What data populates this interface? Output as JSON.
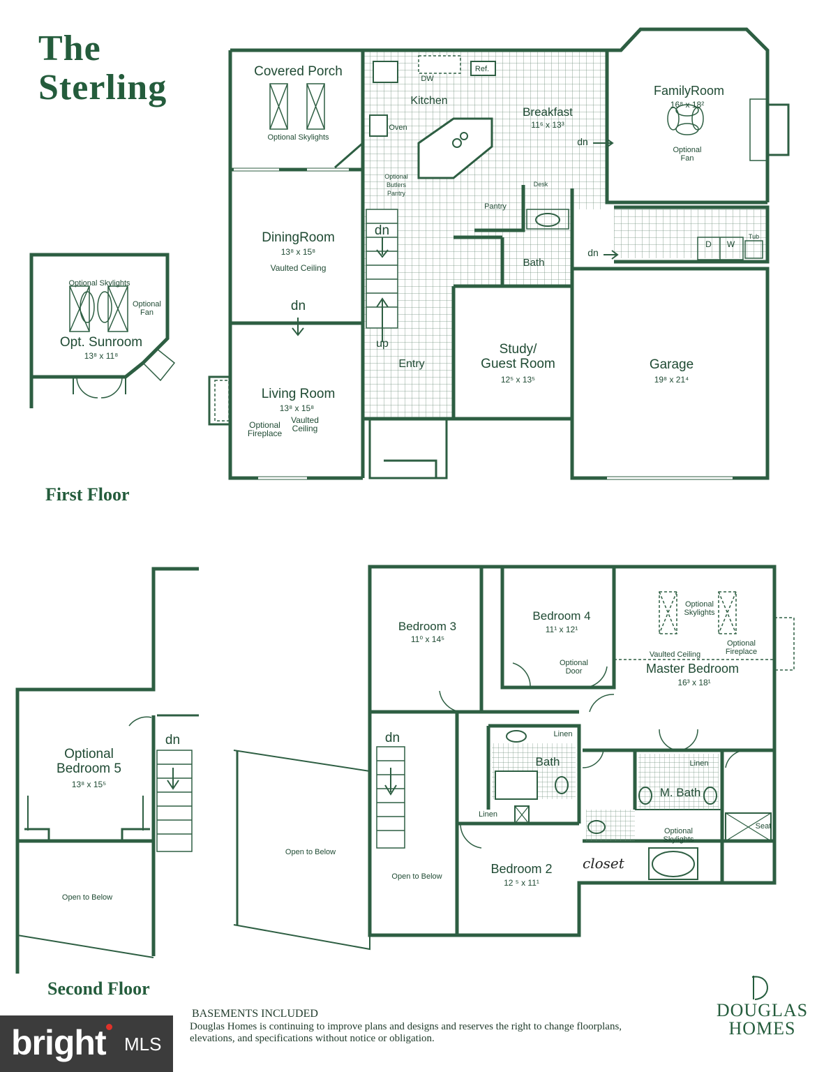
{
  "title": {
    "line1": "The",
    "line2": "Sterling"
  },
  "first_floor": {
    "label": "First Floor",
    "rooms": {
      "covered_porch": "Covered Porch",
      "optional_skylights_porch": "Optional Skylights",
      "kitchen": "Kitchen",
      "dw": "DW",
      "ref": "Ref.",
      "oven": "Oven",
      "optional_butlers_pantry": "Optional Butlers Pantry",
      "pantry": "Pantry",
      "breakfast": "Breakfast",
      "breakfast_dim": "11⁶ x 13³",
      "desk": "Desk",
      "family_room": "FamilyRoom",
      "family_room_dim": "16⁸ x 18²",
      "optional_fan_family": "Optional Fan",
      "dining_room": "DiningRoom",
      "dining_room_dim": "13⁸ x 15⁸",
      "vaulted_ceiling_dining": "Vaulted Ceiling",
      "bath": "Bath",
      "d": "D",
      "w": "W",
      "tub": "Tub",
      "study": "Study/",
      "guest_room": "Guest Room",
      "study_dim": "12⁵ x 13⁵",
      "garage": "Garage",
      "garage_dim": "19⁸ x 21⁴",
      "entry": "Entry",
      "up": "up",
      "living_room": "Living Room",
      "living_room_dim": "13⁸ x 15⁸",
      "vaulted_ceiling_living": "Vaulted Ceiling",
      "optional_fireplace": "Optional Fireplace",
      "dn_dining": "dn",
      "dn_stairs": "dn",
      "dn_breakfast": "dn",
      "dn_laundry": "dn"
    },
    "sunroom": {
      "name": "Opt. Sunroom",
      "dim": "13⁸ x 11⁸",
      "optional_skylights": "Optional Skylights",
      "optional_fan": "Optional Fan"
    }
  },
  "second_floor": {
    "label": "Second Floor",
    "rooms": {
      "optional_bedroom_5": "Optional Bedroom 5",
      "optional_bedroom_5_dim": "13⁸ x 15⁵",
      "dn_left": "dn",
      "open_to_below_left": "Open to Below",
      "open_to_below_mid": "Open to Below",
      "bedroom_3": "Bedroom 3",
      "bedroom_3_dim": "11⁰ x 14⁵",
      "bedroom_4": "Bedroom 4",
      "bedroom_4_dim": "11¹ x 12¹",
      "optional_door": "Optional Door",
      "optional_skylights_master": "Optional Skylights",
      "vaulted_ceiling_master": "Vaulted Ceiling",
      "optional_fireplace_master": "Optional Fireplace",
      "master_bedroom": "Master Bedroom",
      "master_bedroom_dim": "16³ x 18¹",
      "dn_right": "dn",
      "linen_bath": "Linen",
      "bath": "Bath",
      "linen_mbath": "Linen",
      "m_bath": "M. Bath",
      "linen_hall": "Linen",
      "seat": "Seat",
      "optional_skylights_mbath": "Optional Skylights",
      "open_to_below_right": "Open to Below",
      "bedroom_2": "Bedroom 2",
      "bedroom_2_dim": "12 ⁵ x 11¹",
      "closet_note": "closet"
    }
  },
  "footer": {
    "heading": "BASEMENTS INCLUDED",
    "line1": "Douglas Homes is continuing to improve plans and designs and reserves the right to change floorplans,",
    "line2": "elevations, and specifications without notice or obligation."
  },
  "logo": {
    "line1": "DOUGLAS",
    "line2": "HOMES",
    "mark": "D"
  },
  "watermark": {
    "text": "bright",
    "suffix": "MLS"
  },
  "colors": {
    "wall": "#2d5e42",
    "grid": "#7a9a86",
    "text": "#1f4a33",
    "watermark_bg": "#3c3c3c"
  }
}
